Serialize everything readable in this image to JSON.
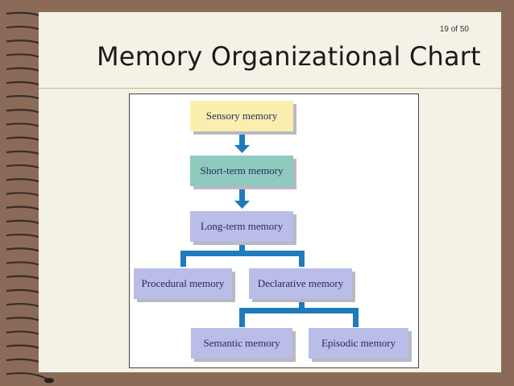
{
  "slide": {
    "page_number": "19 of 50",
    "title": "Memory Organizational Chart"
  },
  "diagram": {
    "nodes": {
      "sensory": "Sensory memory",
      "short_term": "Short-term memory",
      "long_term": "Long-term memory",
      "procedural": "Procedural memory",
      "declarative": "Declarative memory",
      "semantic": "Semantic memory",
      "episodic": "Episodic memory"
    },
    "colors": {
      "sensory": "#fbefb0",
      "short_term": "#8fcabf",
      "memory_box": "#b9bde8",
      "connector": "#1f7bbd"
    }
  }
}
